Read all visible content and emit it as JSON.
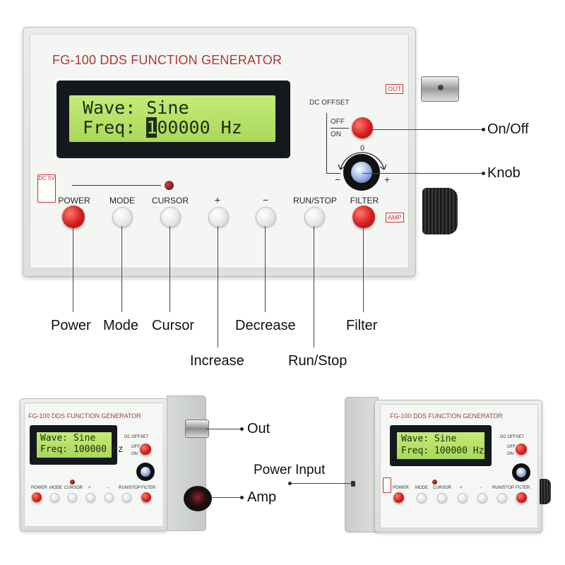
{
  "device": {
    "title": "FG-100 DDS FUNCTION GENERATOR",
    "lcd": {
      "line1": "Wave: Sine",
      "line2_prefix": "Freq: ",
      "line2_cursor": "1",
      "line2_rest": "00000 Hz"
    },
    "dc_offset_label": "DC OFFSET",
    "off_label": "OFF",
    "on_label": "ON",
    "knob_zero": "0",
    "knob_minus": "−",
    "knob_plus": "+",
    "out_tag": "OUT",
    "amp_tag": "AMP",
    "dc_icon_text": "DC 5V",
    "buttons": [
      {
        "label": "POWER"
      },
      {
        "label": "MODE"
      },
      {
        "label": "CURSOR"
      },
      {
        "label": "+"
      },
      {
        "label": "−"
      },
      {
        "label": "RUN/STOP"
      },
      {
        "label": "FILTER"
      }
    ]
  },
  "callouts": {
    "on_off": "On/Off",
    "knob": "Knob",
    "power": "Power",
    "mode": "Mode",
    "cursor": "Cursor",
    "increase": "Increase",
    "decrease": "Decrease",
    "run_stop": "Run/Stop",
    "filter": "Filter",
    "out": "Out",
    "amp": "Amp",
    "power_input": "Power Input"
  },
  "small_device": {
    "title": "FG-100 DDS FUNCTION GENERATOR",
    "lcd_line1": "Wave: Sine",
    "lcd_line2": "Freq: 100000 Hz",
    "dc_offset": "DC OFFSET",
    "off": "OFF",
    "on": "ON",
    "buttons": [
      "POWER",
      "MODE",
      "CURSOR",
      "+",
      "−",
      "RUN/STOP",
      "FILTER"
    ]
  },
  "colors": {
    "title_red": "#b03838",
    "lcd_green": "#b8e06a",
    "button_red": "#d51d1d"
  }
}
